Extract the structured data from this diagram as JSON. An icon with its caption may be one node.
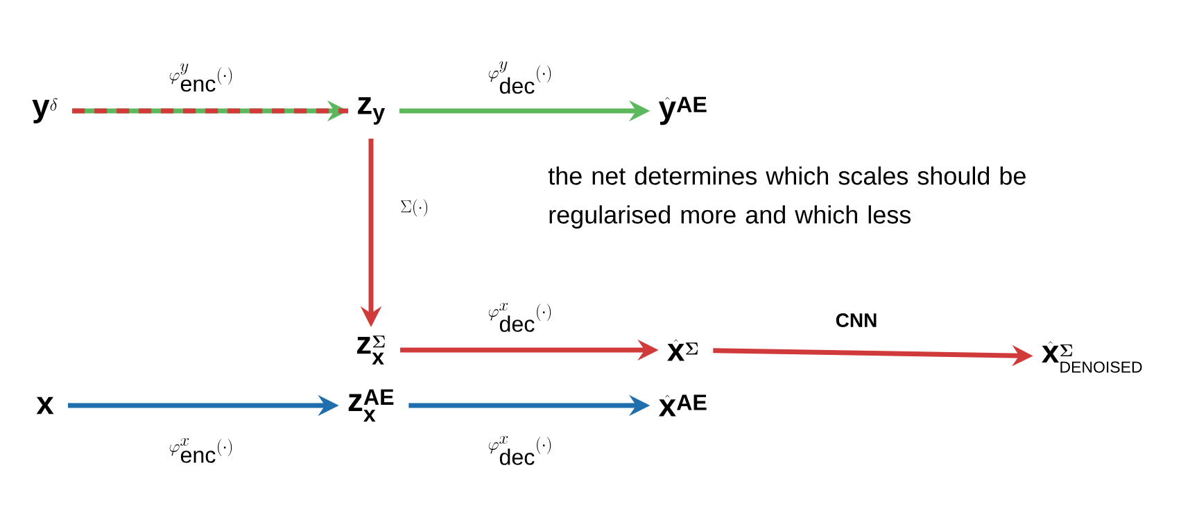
{
  "diagram": {
    "nodes": [
      {
        "text": [
          "\\mathbf{y}^{\\delta}"
        ]
      },
      {
        "text": [
          "\\mathbf{z}_{\\mathbf{y}}"
        ]
      },
      {
        "text": [
          "\\hat{\\mathbf{y}}^{\\mathbf{AE}}"
        ]
      },
      {
        "text": [
          "\\mathbf{z}_{\\mathbf{x}}^{\\boldsymbol{\\Sigma}}"
        ]
      },
      {
        "text": [
          "\\hat{\\mathbf{x}}^{\\boldsymbol{\\Sigma}}"
        ]
      },
      {
        "text": [
          "\\hat{\\mathbf{x}}^{\\boldsymbol{\\Sigma}}_{\\scriptscriptstyle\\mathrm{DENOISED}}"
        ]
      },
      {
        "text": [
          "\\mathbf{x}"
        ]
      },
      {
        "text": [
          "\\mathbf{z}_{\\mathbf{x}}^{\\mathbf{AE}}"
        ]
      },
      {
        "text": [
          "\\hat{\\mathbf{x}}^{\\mathbf{AE}}"
        ]
      }
    ],
    "edges": [
      {
        "from": 0,
        "to": 1,
        "arrow": "to",
        "label": "\\varphi^{y}_{\\mathrm{enc}}(\\cdot)",
        "style": "dashed"
      },
      {
        "from": 1,
        "to": 2,
        "arrow": "to",
        "label": "\\varphi^{y}_{\\mathrm{dec}}(\\cdot)",
        "color": "#5cb85c"
      },
      {
        "from": 1,
        "to": 3,
        "arrow": "to",
        "label": "\\Sigma(\\cdot)"
      },
      {
        "from": 3,
        "to": 4,
        "arrow": "to",
        "label": "\\varphi^{x}_{\\mathrm{dec}}(\\cdot)"
      },
      {
        "from": 4,
        "to": 5,
        "arrow": "to",
        "label": "CNN"
      },
      {
        "from": 6,
        "to": 7,
        "arrow": "to",
        "label": "\\varphi^{x}_{\\mathrm{enc}}(\\cdot)",
        "color": "#1f6fae"
      },
      {
        "from": 7,
        "to": 8,
        "arrow": "to",
        "label": "\\varphi^{x}_{\\mathrm{dec}}(\\cdot)",
        "color": "#1f6fae"
      }
    ],
    "labels": [
      "the net determines which scales should be regularised more and which less"
    ]
  }
}
